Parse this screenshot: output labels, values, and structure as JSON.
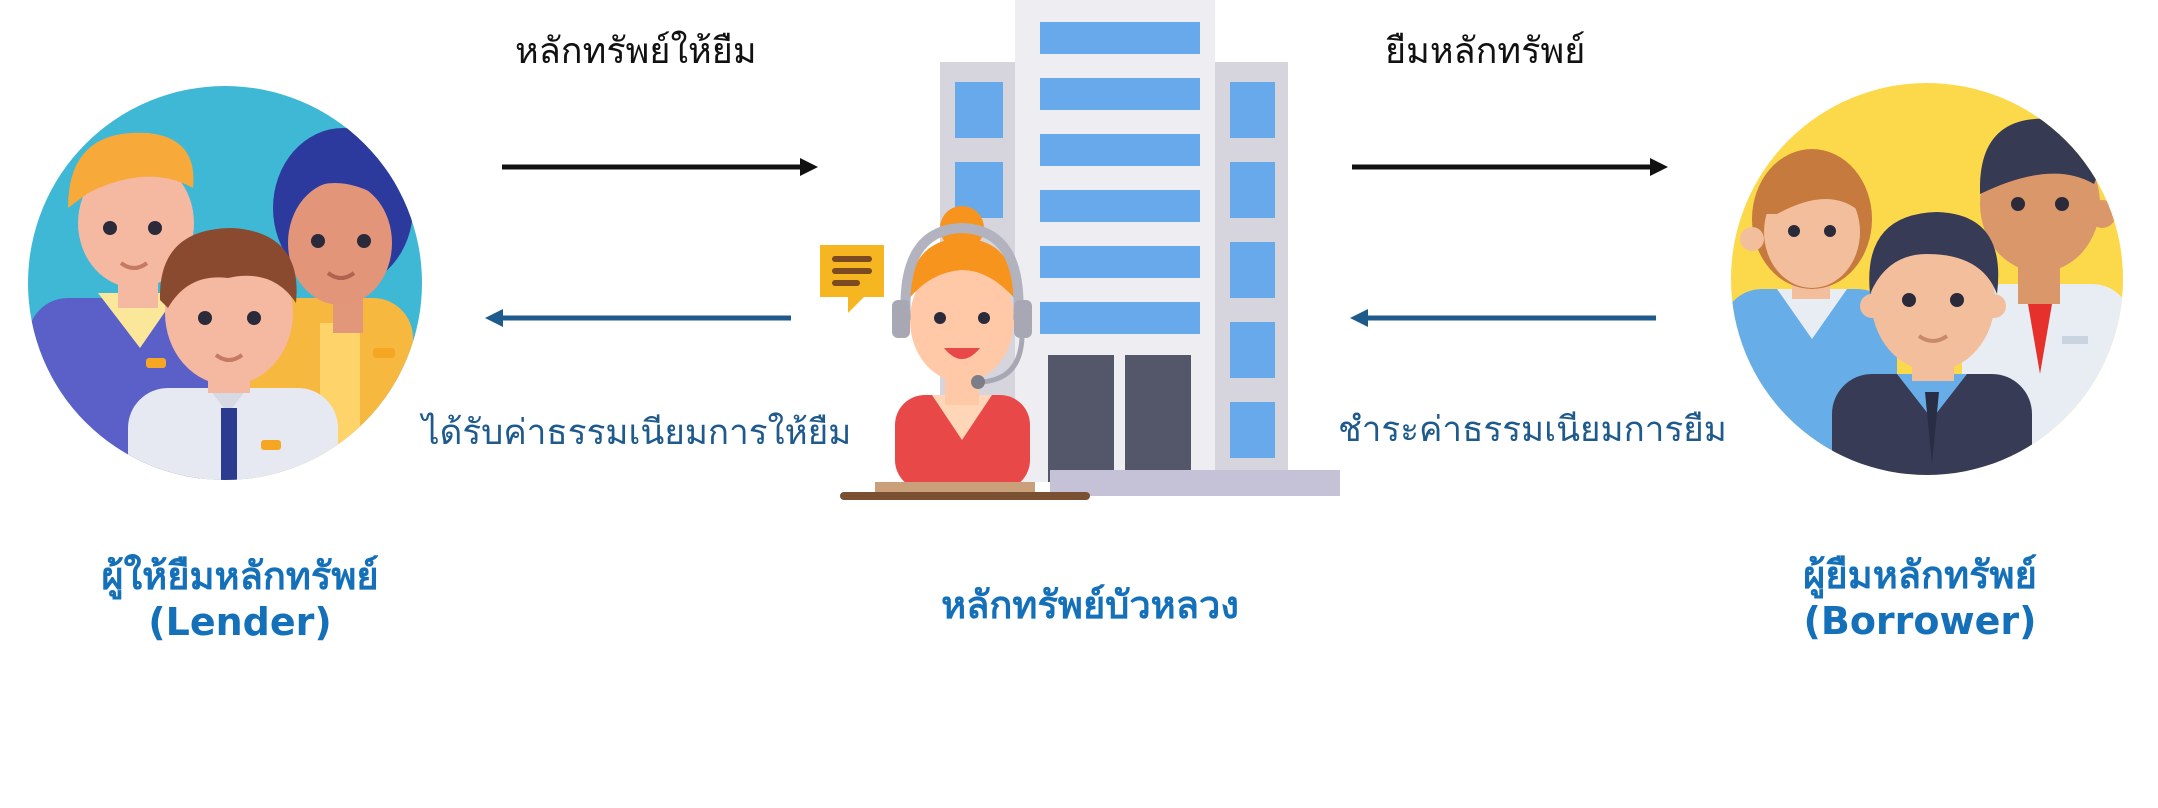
{
  "colors": {
    "accent_blue": "#1470b8",
    "arrow_black": "#111111",
    "arrow_blue": "#1f5a8c",
    "lender_circle": "#3fb8d6",
    "borrower_circle": "#fcd94a"
  },
  "lender": {
    "name_th": "ผู้ให้ยืมหลักทรัพย์",
    "name_en": "(Lender)",
    "icon": "group-of-people-icon"
  },
  "broker": {
    "name_th": "หลักทรัพย์บัวหลวง",
    "icon": "office-building-with-call-center-agent-icon"
  },
  "borrower": {
    "name_th": "ผู้ยืมหลักทรัพย์",
    "name_en": "(Borrower)",
    "icon": "group-of-businessmen-icon"
  },
  "flows": {
    "lend_securities": "หลักทรัพย์ให้ยืม",
    "borrow_securities": "ยืมหลักทรัพย์",
    "receive_lending_fee": "ได้รับค่าธรรมเนียมการให้ยืม",
    "pay_borrowing_fee": "ชำระค่าธรรมเนียมการยืม"
  }
}
